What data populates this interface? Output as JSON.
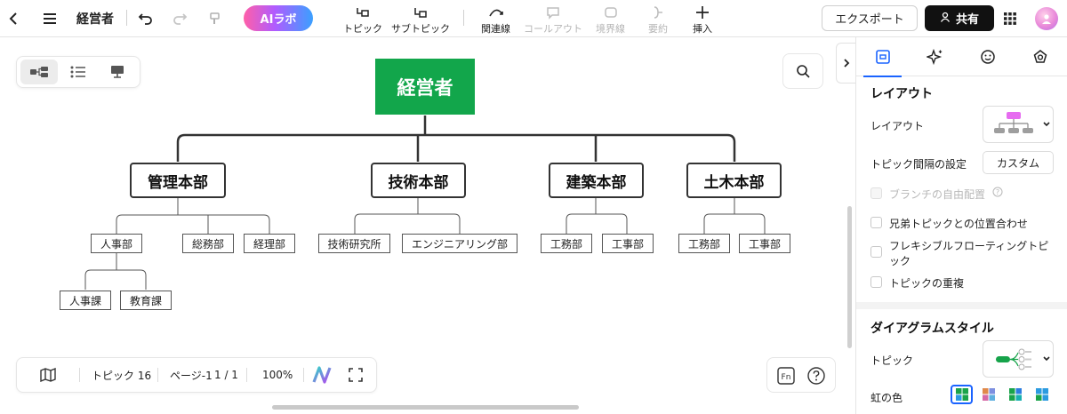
{
  "toolbar": {
    "doc_title": "経営者",
    "ai_label": "AIラボ",
    "tools": [
      {
        "label": "トピック",
        "icon": "topic-icon"
      },
      {
        "label": "サブトピック",
        "icon": "subtopic-icon"
      },
      {
        "label": "関連線",
        "icon": "relation-line-icon"
      },
      {
        "label": "コールアウト",
        "icon": "callout-icon"
      },
      {
        "label": "境界線",
        "icon": "boundary-icon"
      },
      {
        "label": "要約",
        "icon": "summary-icon"
      },
      {
        "label": "挿入",
        "icon": "plus-icon"
      }
    ],
    "export_label": "エクスポート",
    "share_label": "共有"
  },
  "mindmap": {
    "root": "経営者",
    "branches": [
      {
        "label": "管理本部",
        "children": [
          {
            "label": "人事部",
            "children": [
              {
                "label": "人事課"
              },
              {
                "label": "教育課"
              }
            ]
          },
          {
            "label": "総務部"
          },
          {
            "label": "経理部"
          }
        ]
      },
      {
        "label": "技術本部",
        "children": [
          {
            "label": "技術研究所"
          },
          {
            "label": "エンジニアリング部"
          }
        ]
      },
      {
        "label": "建築本部",
        "children": [
          {
            "label": "工務部"
          },
          {
            "label": "工事部"
          }
        ]
      },
      {
        "label": "土木本部",
        "children": [
          {
            "label": "工務部"
          },
          {
            "label": "工事部"
          }
        ]
      }
    ]
  },
  "status": {
    "topic_count": "トピック 16",
    "page": "ページ-1",
    "page_count": "1 / 1",
    "zoom": "100%"
  },
  "panel": {
    "layout_section": "レイアウト",
    "layout_label": "レイアウト",
    "spacing_label": "トピック間隔の設定",
    "spacing_value": "カスタム",
    "options": [
      {
        "label": "ブランチの自由配置",
        "checked": false,
        "disabled": true
      },
      {
        "label": "兄弟トピックとの位置合わせ",
        "checked": false,
        "disabled": false
      },
      {
        "label": "フレキシブルフローティングトピック",
        "checked": false,
        "disabled": false
      },
      {
        "label": "トピックの重複",
        "checked": false,
        "disabled": false
      }
    ],
    "style_section": "ダイアグラムスタイル",
    "topic_label": "トピック",
    "rainbow_label": "虹の色"
  },
  "colors": {
    "root_fill": "#12a64b",
    "accent": "#1a63ff",
    "share_bg": "#111111"
  }
}
